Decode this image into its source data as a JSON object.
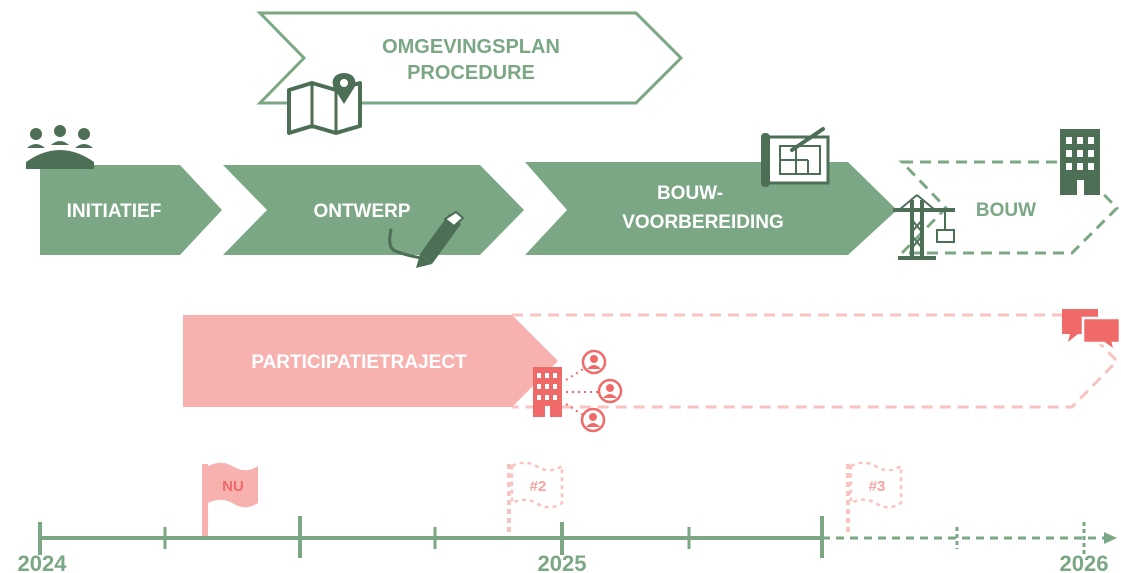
{
  "procedure": {
    "line1": "OMGEVINGSPLAN",
    "line2": "PROCEDURE"
  },
  "phases": {
    "initiatief": "INITIATIEF",
    "ontwerp": "ONTWERP",
    "bouwvoorbereiding_line1": "BOUW-",
    "bouwvoorbereiding_line2": "VOORBEREIDING",
    "bouw": "BOUW"
  },
  "participation": {
    "label": "PARTICIPATIETRAJECT"
  },
  "flags": {
    "now": "NU",
    "second": "#2",
    "third": "#3"
  },
  "timeline": {
    "years": [
      "2024",
      "2025",
      "2026"
    ]
  },
  "icons": [
    "people-group-icon",
    "map-pin-icon",
    "pen-icon",
    "blueprint-icon",
    "crane-icon",
    "building-icon",
    "speech-bubbles-icon",
    "user-icon"
  ],
  "colors": {
    "green": "#7ba785",
    "dark_green": "#4c6f56",
    "pink": "#f7b2b0",
    "light_pink": "#f9c3c1",
    "red": "#f06a6a"
  }
}
